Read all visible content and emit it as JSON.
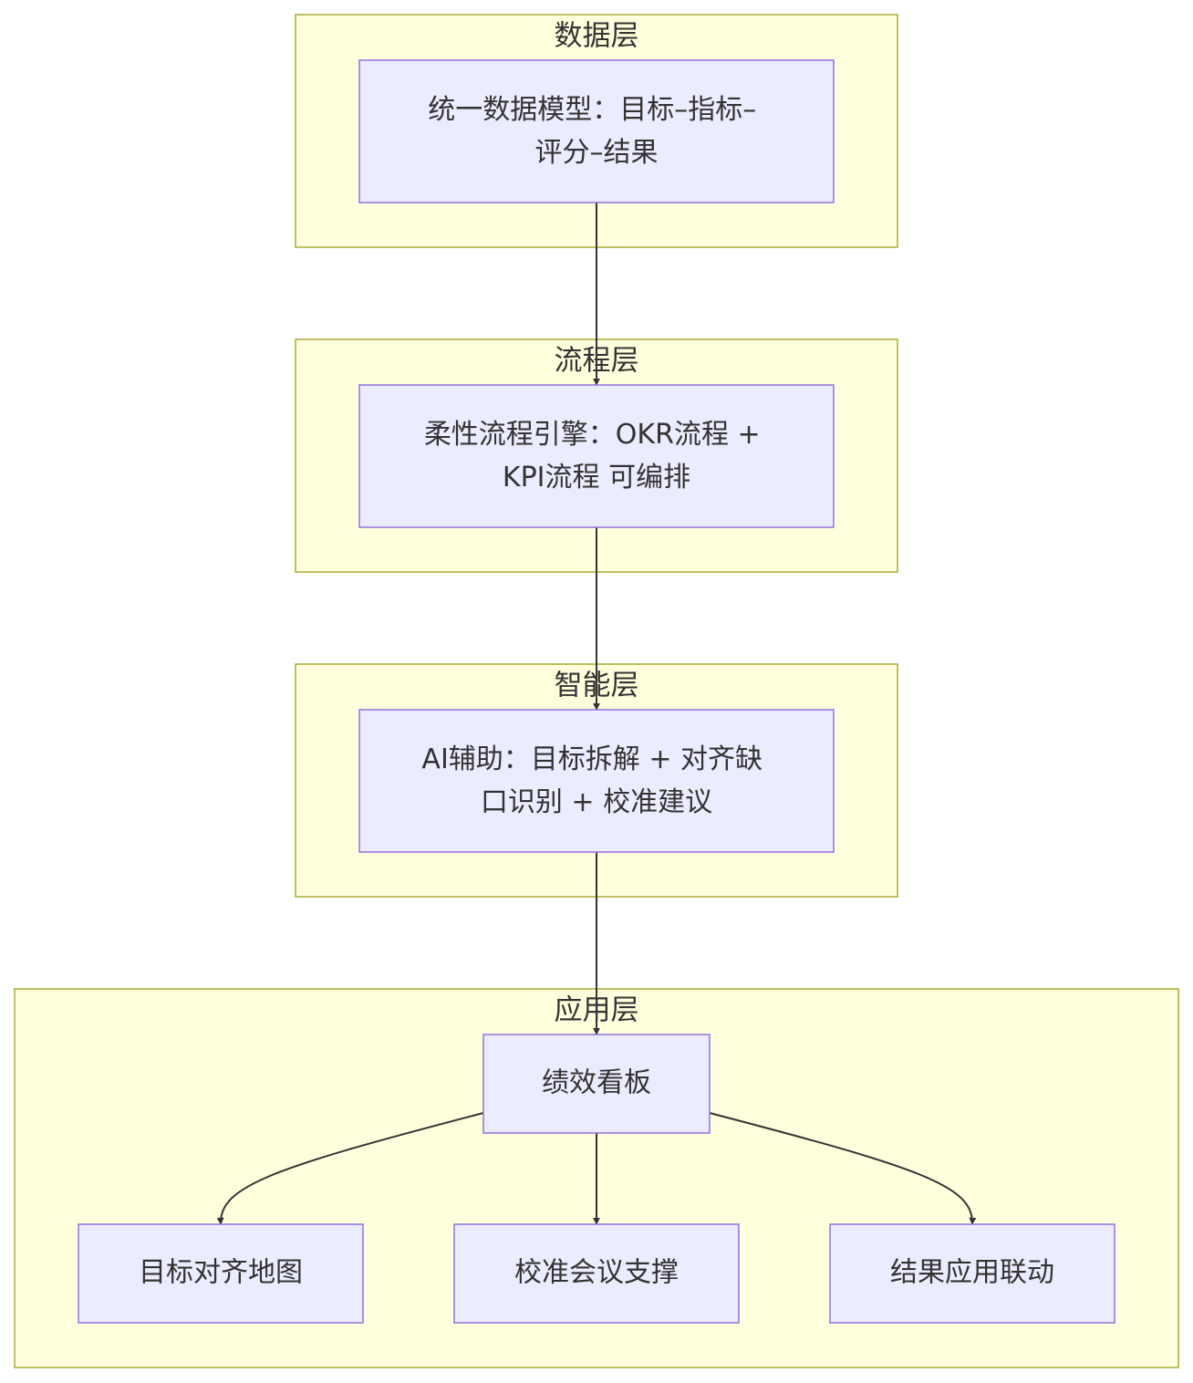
{
  "colors": {
    "cluster_fill": "#ffffde",
    "cluster_stroke": "#aaaa33",
    "node_fill": "#ececff",
    "node_stroke": "#9370db",
    "edge": "#333333",
    "text": "#333333"
  },
  "layers": {
    "data": {
      "title": "数据层"
    },
    "process": {
      "title": "流程层"
    },
    "intelligence": {
      "title": "智能层"
    },
    "application": {
      "title": "应用层"
    }
  },
  "nodes": {
    "data_model": {
      "lines": [
        "统一数据模型：目标–指标–",
        "评分–结果"
      ]
    },
    "flow_engine": {
      "lines": [
        "柔性流程引擎：OKR流程 +",
        "KPI流程 可编排"
      ]
    },
    "ai_assist": {
      "lines": [
        "AI辅助：目标拆解 + 对齐缺",
        "口识别 + 校准建议"
      ]
    },
    "dashboard": {
      "lines": [
        "绩效看板"
      ]
    },
    "alignment_map": {
      "lines": [
        "目标对齐地图"
      ]
    },
    "calibration_meeting": {
      "lines": [
        "校准会议支撑"
      ]
    },
    "result_linkage": {
      "lines": [
        "结果应用联动"
      ]
    }
  },
  "edges": [
    {
      "from": "data_model",
      "to": "flow_engine"
    },
    {
      "from": "flow_engine",
      "to": "ai_assist"
    },
    {
      "from": "ai_assist",
      "to": "dashboard"
    },
    {
      "from": "dashboard",
      "to": "alignment_map"
    },
    {
      "from": "dashboard",
      "to": "calibration_meeting"
    },
    {
      "from": "dashboard",
      "to": "result_linkage"
    }
  ]
}
